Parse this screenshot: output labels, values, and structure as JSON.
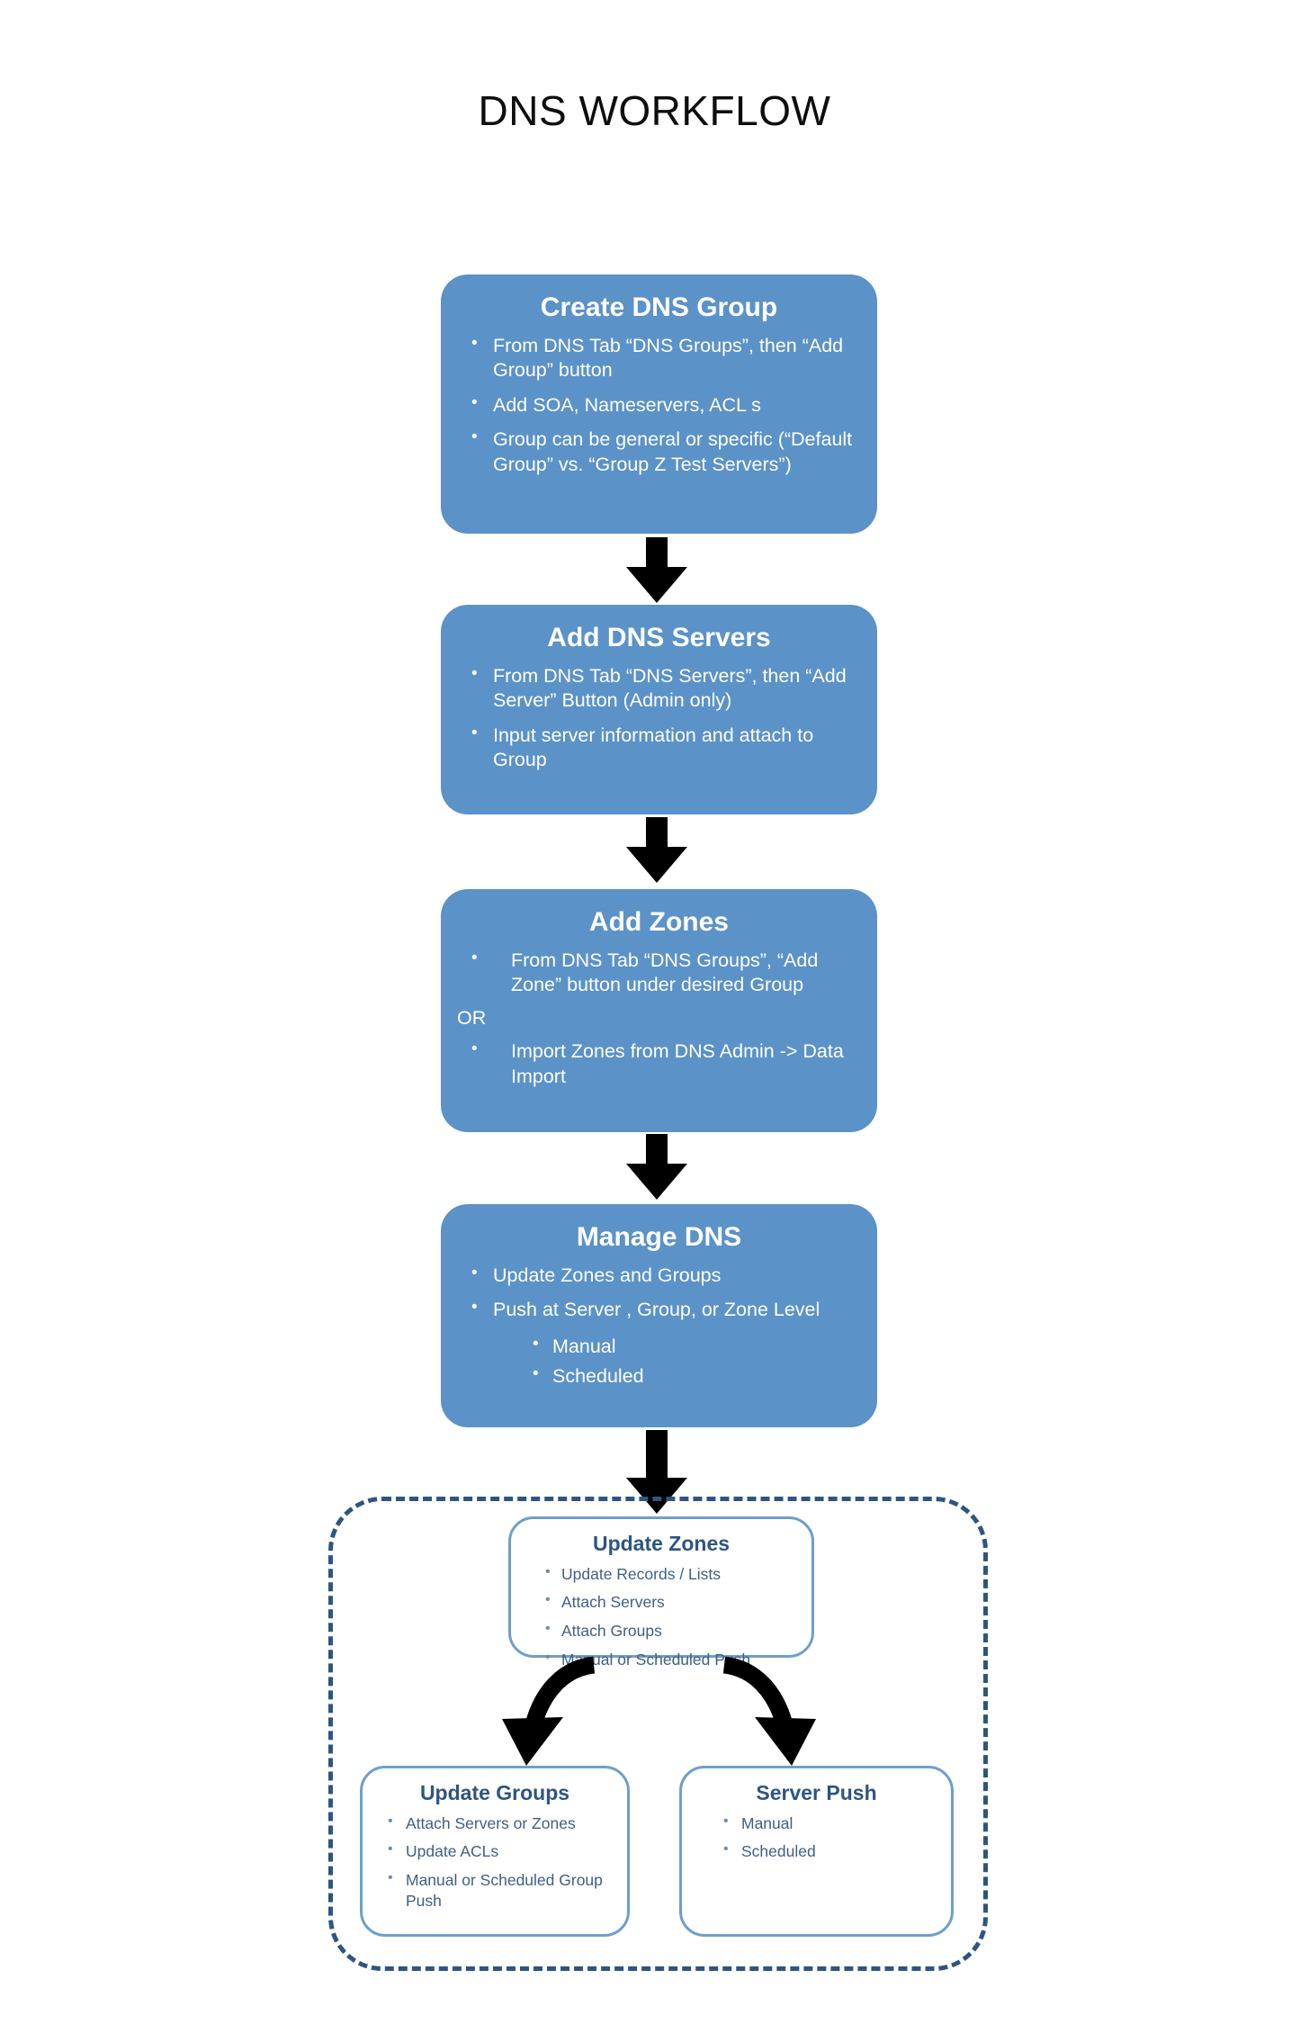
{
  "title": "DNS WORKFLOW",
  "colors": {
    "step_fill": "#5B92C8",
    "step_text": "#FFFFFF",
    "dashed_border": "#2E5582",
    "subbox_border": "#6E9FCB",
    "subbox_title": "#2E5582",
    "subbox_text": "#3F5F85",
    "arrow": "#000000",
    "background": "#FFFFFF"
  },
  "steps": [
    {
      "id": "create-dns-group",
      "title": "Create DNS Group",
      "bullets": [
        "From DNS Tab “DNS Groups”, then “Add Group” button",
        "Add SOA, Nameservers, ACL s",
        "Group can be general or specific (“Default Group” vs. “Group Z Test Servers”)"
      ]
    },
    {
      "id": "add-dns-servers",
      "title": "Add DNS Servers",
      "bullets": [
        "From DNS Tab “DNS Servers”, then “Add Server” Button (Admin only)",
        "Input server information and attach to Group"
      ]
    },
    {
      "id": "add-zones",
      "title": "Add  Zones",
      "bullets_first": [
        "From DNS Tab “DNS Groups”, “Add Zone” button under desired Group"
      ],
      "separator": "OR",
      "bullets_second": [
        "Import Zones from DNS Admin -> Data Import"
      ]
    },
    {
      "id": "manage-dns",
      "title": "Manage DNS",
      "bullets": [
        "Update Zones and Groups",
        "Push at Server , Group, or Zone Level"
      ],
      "sub_bullets": [
        "Manual",
        "Scheduled"
      ]
    }
  ],
  "group": {
    "update_zones": {
      "title": "Update Zones",
      "bullets": [
        "Update Records / Lists",
        "Attach Servers",
        "Attach Groups",
        "Manual or Scheduled Push"
      ]
    },
    "update_groups": {
      "title": "Update Groups",
      "bullets": [
        "Attach Servers or Zones",
        "Update ACLs",
        "Manual or Scheduled Group Push"
      ]
    },
    "server_push": {
      "title": "Server Push",
      "bullets": [
        "Manual",
        "Scheduled"
      ]
    }
  }
}
